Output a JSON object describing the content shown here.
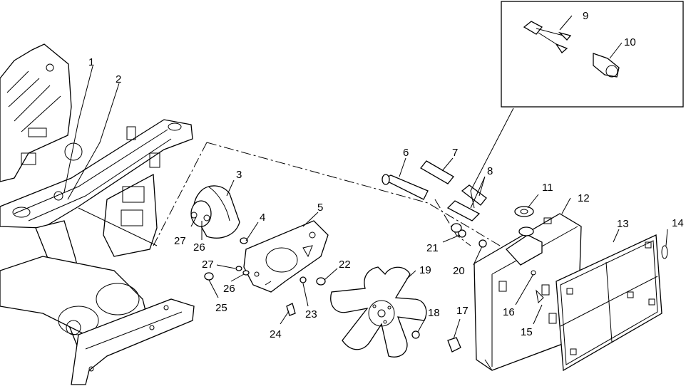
{
  "callouts": {
    "c1": "1",
    "c2": "2",
    "c3": "3",
    "c4": "4",
    "c5": "5",
    "c6": "6",
    "c7": "7",
    "c8": "8",
    "c9": "9",
    "c10": "10",
    "c11": "11",
    "c12": "12",
    "c13": "13",
    "c14": "14",
    "c15": "15",
    "c16": "16",
    "c17": "17",
    "c18": "18",
    "c19": "19",
    "c20": "20",
    "c21": "21",
    "c22": "22",
    "c23": "23",
    "c24": "24",
    "c25": "25",
    "c26a": "26",
    "c26b": "26",
    "c27a": "27",
    "c27b": "27"
  },
  "colors": {
    "line": "#000000",
    "background": "#ffffff"
  }
}
